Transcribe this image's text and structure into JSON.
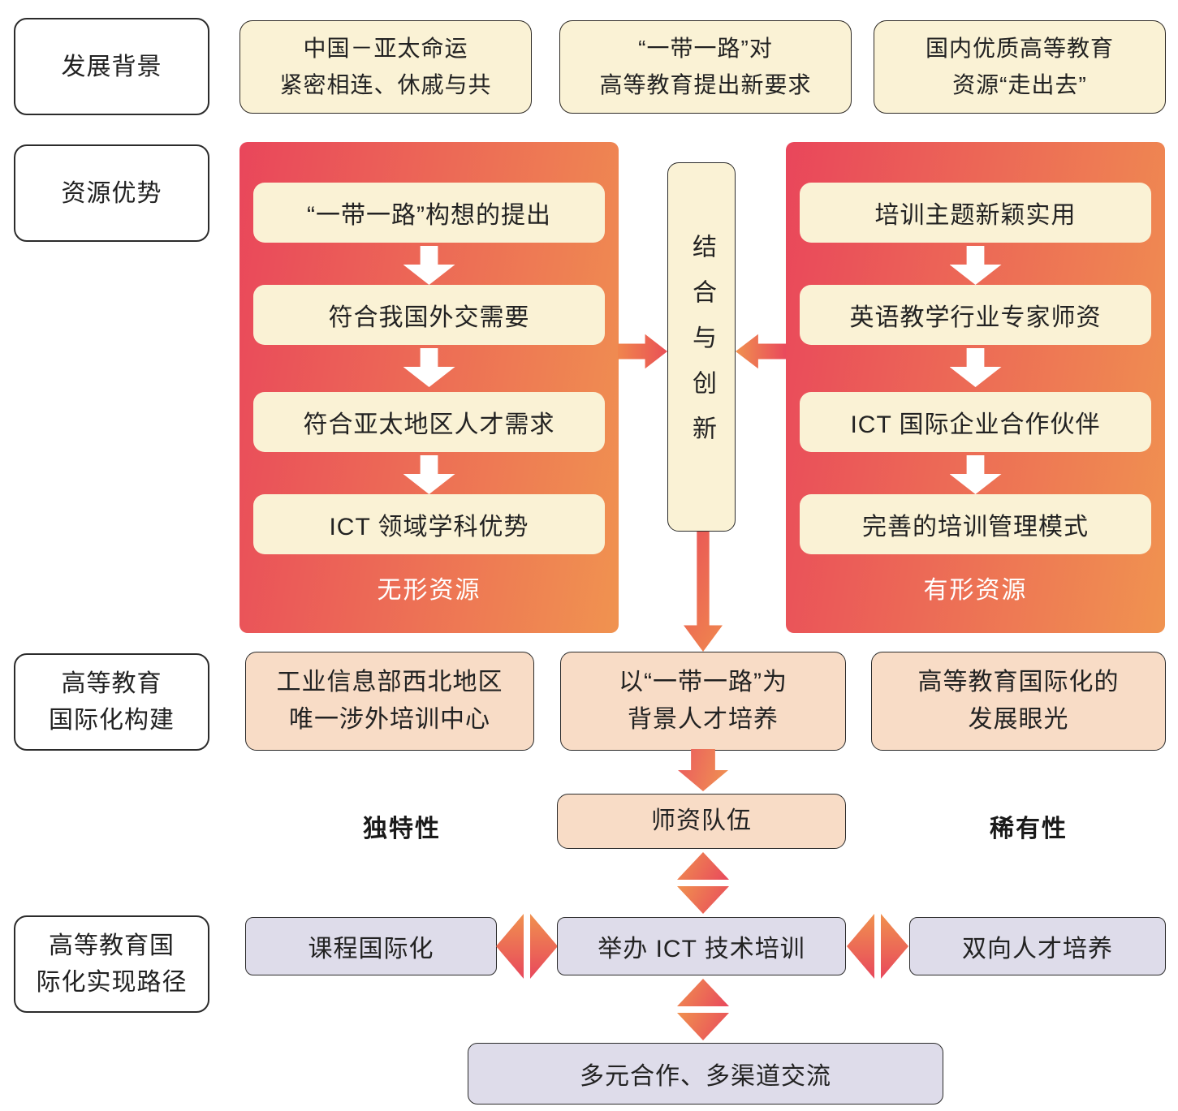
{
  "colors": {
    "cream": "#FAF2D5",
    "peach": "#F8DCC6",
    "lavender": "#DEDCEA",
    "gradient_red": "#E9465B",
    "gradient_orange": "#F09350",
    "border_dark": "#2B2B2B",
    "text": "#222222",
    "arrow_white": "#FFFFFF"
  },
  "background_row": {
    "label": "发展背景",
    "boxes": [
      {
        "line1": "中国－亚太命运",
        "line2": "紧密相连、休戚与共"
      },
      {
        "line1": "“一带一路”对",
        "line2": "高等教育提出新要求"
      },
      {
        "line1": "国内优质高等教育",
        "line2": "资源“走出去”"
      }
    ]
  },
  "resources_row": {
    "label": "资源优势",
    "left_panel": {
      "steps": [
        "“一带一路”构想的提出",
        "符合我国外交需要",
        "符合亚太地区人才需求",
        "ICT 领域学科优势"
      ],
      "caption": "无形资源"
    },
    "center_box": "结合与创新",
    "right_panel": {
      "steps": [
        "培训主题新颖实用",
        "英语教学行业专家师资",
        "ICT 国际企业合作伙伴",
        "完善的培训管理模式"
      ],
      "caption": "有形资源"
    }
  },
  "construction_row": {
    "label": {
      "line1": "高等教育",
      "line2": "国际化构建"
    },
    "boxes": [
      {
        "line1": "工业信息部西北地区",
        "line2": "唯一涉外培训中心"
      },
      {
        "line1": "以“一带一路”为",
        "line2": "背景人才培养"
      },
      {
        "line1": "高等教育国际化的",
        "line2": "发展眼光"
      }
    ],
    "left_note": "独特性",
    "teacher_box": "师资队伍",
    "right_note": "稀有性"
  },
  "path_row": {
    "label": {
      "line1": "高等教育国",
      "line2": "际化实现路径"
    },
    "boxes": [
      "课程国际化",
      "举办 ICT 技术培训",
      "双向人才培养"
    ],
    "bottom_box": "多元合作、多渠道交流"
  }
}
